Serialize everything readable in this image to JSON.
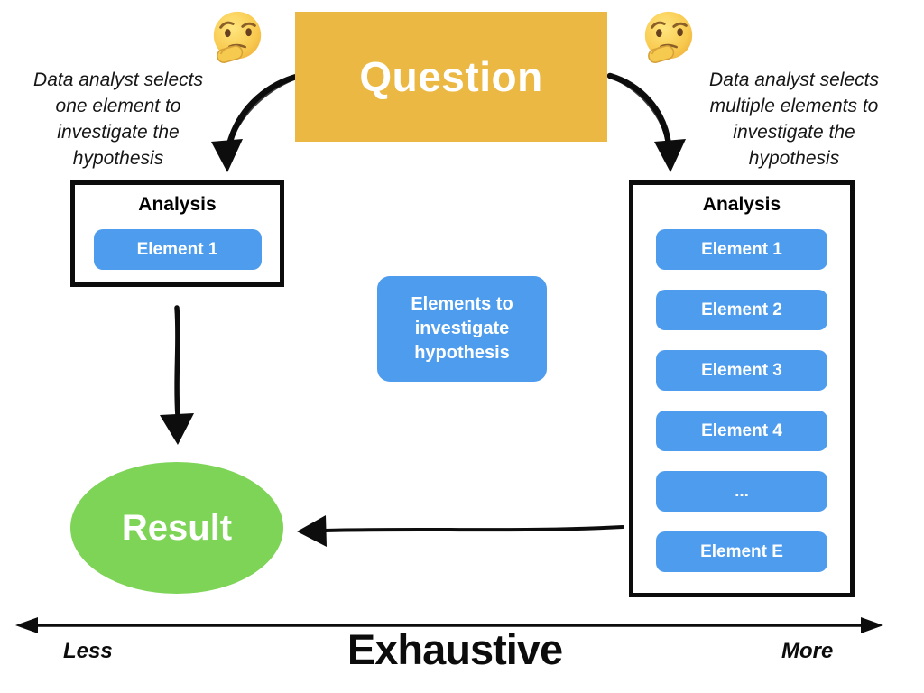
{
  "question_box": {
    "label": "Question"
  },
  "left_caption": {
    "lines": [
      "Data analyst selects",
      "one element to",
      "investigate the",
      "hypothesis"
    ]
  },
  "right_caption": {
    "lines": [
      "Data analyst selects",
      "multiple elements to",
      "investigate the",
      "hypothesis"
    ]
  },
  "left_analysis": {
    "title": "Analysis",
    "elements": [
      "Element 1"
    ]
  },
  "right_analysis": {
    "title": "Analysis",
    "elements": [
      "Element 1",
      "Element 2",
      "Element 3",
      "Element 4",
      "...",
      "Element E"
    ]
  },
  "center_note": {
    "lines": [
      "Elements to",
      "investigate",
      "hypothesis"
    ]
  },
  "result": {
    "label": "Result"
  },
  "axis": {
    "left_label": "Less",
    "center_label": "Exhaustive",
    "right_label": "More"
  },
  "icons": {
    "left": "thinking-face-emoji",
    "right": "thinking-face-emoji"
  },
  "colors": {
    "question_orange": "#EBB843",
    "element_blue": "#4D9CEE",
    "result_green": "#7ED457",
    "ink_black": "#0C0C0C"
  }
}
